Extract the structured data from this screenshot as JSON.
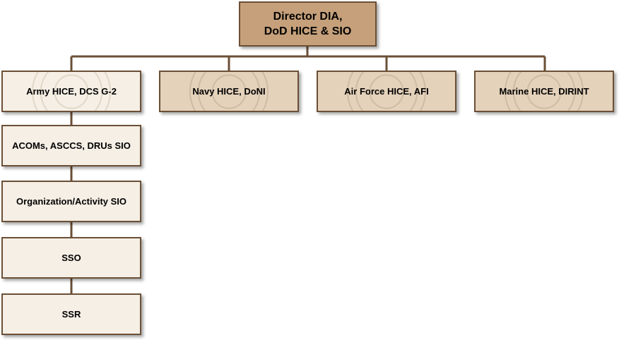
{
  "director": {
    "line1": "Director DIA,",
    "line2": "DoD HICE & SIO"
  },
  "services": [
    {
      "label": "Army HICE, DCS G-2"
    },
    {
      "label": "Navy HICE, DoNI"
    },
    {
      "label": "Air Force HICE, AFI"
    },
    {
      "label": "Marine HICE, DIRINT"
    }
  ],
  "army_chain": [
    {
      "label": "ACOMs, ASCCS, DRUs SIO"
    },
    {
      "label": "Organization/Activity SIO"
    },
    {
      "label": "SSO"
    },
    {
      "label": "SSR"
    }
  ],
  "colors": {
    "top_fill": "#c5a07a",
    "service_fill": "#e4d2bb",
    "army_fill": "#f5efe5",
    "border": "#6b4f36",
    "connector": "#6b4f36"
  }
}
